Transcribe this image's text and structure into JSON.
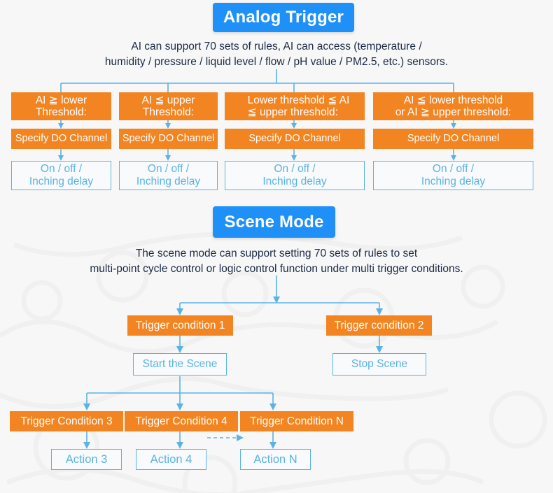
{
  "analog": {
    "title": "Analog Trigger",
    "description_line1": "AI can support 70 sets of rules, AI can access (temperature /",
    "description_line2": "humidity / pressure / liquid level / flow / pH value / PM2.5, etc.) sensors.",
    "columns": [
      {
        "condition_line1": "AI ≧ lower",
        "condition_line2": "Threshold:",
        "action": "Specify DO Channel",
        "result_line1": "On / off /",
        "result_line2": "Inching delay"
      },
      {
        "condition_line1": "AI ≦ upper",
        "condition_line2": "Threshold:",
        "action": "Specify DO Channel",
        "result_line1": "On / off /",
        "result_line2": "Inching delay"
      },
      {
        "condition_line1": "Lower threshold ≦ AI",
        "condition_line2": "≦ upper threshold:",
        "action": "Specify DO Channel",
        "result_line1": "On / off /",
        "result_line2": "Inching delay"
      },
      {
        "condition_line1": "AI ≦ lower threshold",
        "condition_line2": "or AI ≧ upper threshold:",
        "action": "Specify DO Channel",
        "result_line1": "On / off /",
        "result_line2": "Inching delay"
      }
    ]
  },
  "scene": {
    "title": "Scene Mode",
    "description_line1": "The scene mode can support setting 70 sets of rules to set",
    "description_line2": "multi-point cycle control or logic control function under multi trigger conditions.",
    "trigger_1": "Trigger condition 1",
    "trigger_2": "Trigger condition 2",
    "start_scene": "Start the Scene",
    "stop_scene": "Stop Scene",
    "trigger_3": "Trigger Condition 3",
    "trigger_4": "Trigger Condition 4",
    "trigger_n": "Trigger Condition N",
    "action_3": "Action 3",
    "action_4": "Action 4",
    "action_n": "Action N"
  },
  "colors": {
    "accent_blue": "#1e90f8",
    "orange": "#f28522",
    "line_blue": "#5bb3e4",
    "text_dark": "#1b2a44",
    "background": "#f7f7f7"
  }
}
